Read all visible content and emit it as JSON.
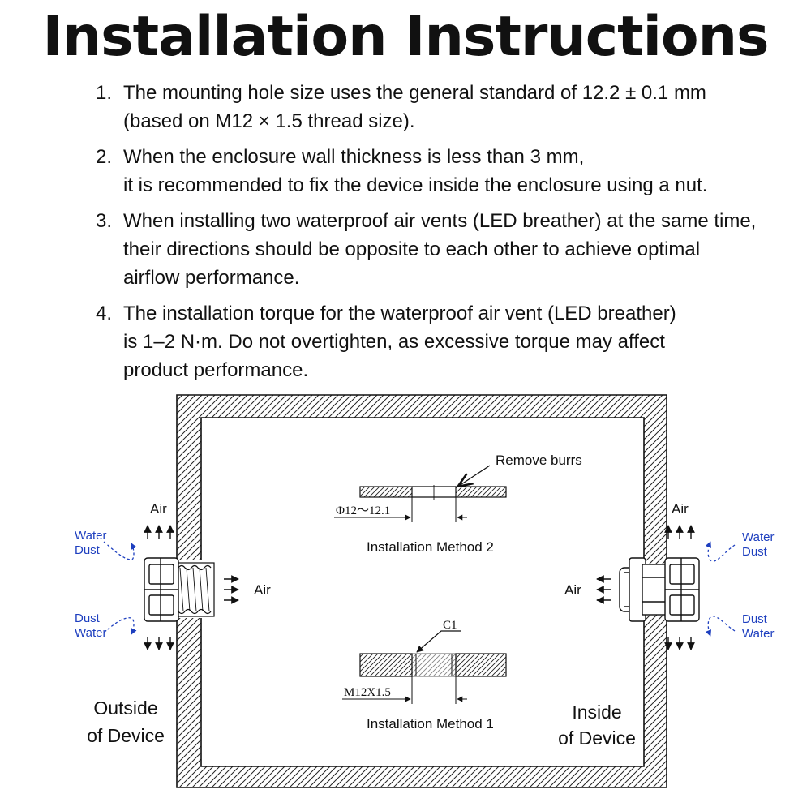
{
  "title": "Installation Instructions",
  "steps": [
    {
      "number": "1.",
      "lines": [
        "The mounting hole size uses the general standard of 12.2 ± 0.1 mm",
        "(based on M12 × 1.5 thread size)."
      ]
    },
    {
      "number": "2.",
      "lines": [
        "When the enclosure wall thickness is less than 3 mm,",
        "it is recommended to fix the device inside the enclosure using a nut."
      ]
    },
    {
      "number": "3.",
      "lines": [
        "When installing two waterproof air vents (LED breather) at the same time,",
        "their directions should be opposite to each other to achieve optimal",
        "airflow performance."
      ]
    },
    {
      "number": "4.",
      "lines": [
        "The installation torque for the waterproof air vent (LED breather)",
        "is 1–2 N·m. Do not overtighten, as excessive torque may affect",
        "product performance."
      ]
    }
  ],
  "diagram": {
    "left_side": {
      "air_top": "Air",
      "water_dust_top": [
        "Water",
        "Dust"
      ],
      "dust_water_bottom": [
        "Dust",
        "Water"
      ],
      "air_inner": "Air",
      "caption": [
        "Outside",
        "of Device"
      ]
    },
    "right_side": {
      "air_top": "Air",
      "water_dust_top": [
        "Water",
        "Dust"
      ],
      "dust_water_bottom": [
        "Dust",
        "Water"
      ],
      "air_inner": "Air",
      "caption": [
        "Inside",
        "of Device"
      ]
    },
    "method2": {
      "note": "Remove burrs",
      "dimension": "Φ12～12.1",
      "caption": "Installation Method 2"
    },
    "method1": {
      "note": "C1",
      "dimension": "M12X1.5",
      "caption": "Installation Method 1"
    },
    "colors": {
      "line": "#111111",
      "flow_arrows": "#1e3fbf"
    }
  }
}
